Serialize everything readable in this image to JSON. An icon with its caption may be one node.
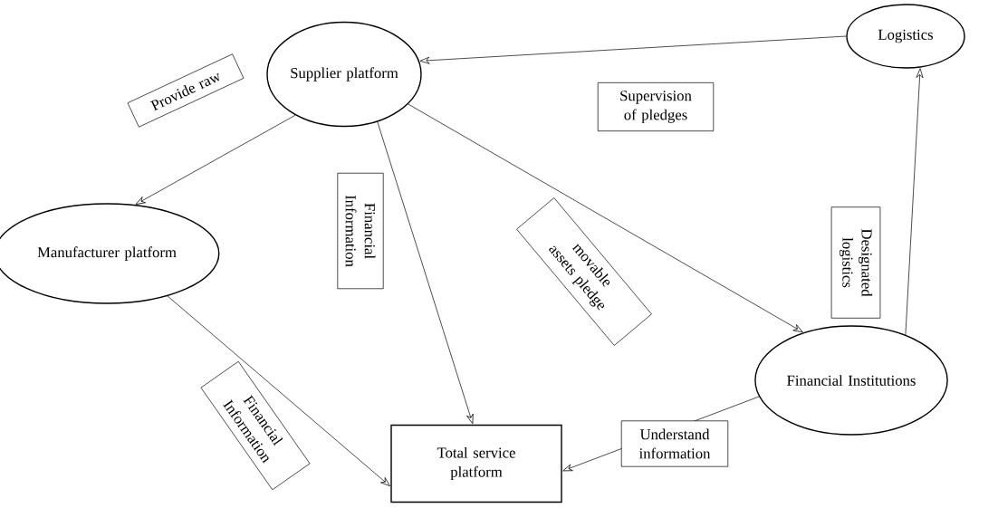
{
  "diagram": {
    "nodes": [
      {
        "text": [
          "Supplier platform"
        ]
      },
      {
        "text": [
          "Logistics"
        ]
      },
      {
        "text": [
          "Manufacturer platform"
        ]
      },
      {
        "text": [
          "Total service platform"
        ]
      },
      {
        "text": [
          "Financial Institutions"
        ]
      }
    ],
    "edges": [
      {
        "from": 0,
        "to": 2,
        "arrow": "to",
        "label": "Provide raw"
      },
      {
        "from": 1,
        "to": 0,
        "arrow": "to",
        "label": "Supervision of pledges"
      },
      {
        "from": 0,
        "to": 3,
        "arrow": "to",
        "label": "Financial Information"
      },
      {
        "from": 0,
        "to": 4,
        "arrow": "to",
        "label": "movable assets pledge"
      },
      {
        "from": 4,
        "to": 1,
        "arrow": "to",
        "label": "Designated logistics"
      },
      {
        "from": 2,
        "to": 3,
        "arrow": "to",
        "label": "Financial Information"
      },
      {
        "from": 4,
        "to": 3,
        "arrow": "to",
        "label": "Understand information"
      }
    ]
  }
}
